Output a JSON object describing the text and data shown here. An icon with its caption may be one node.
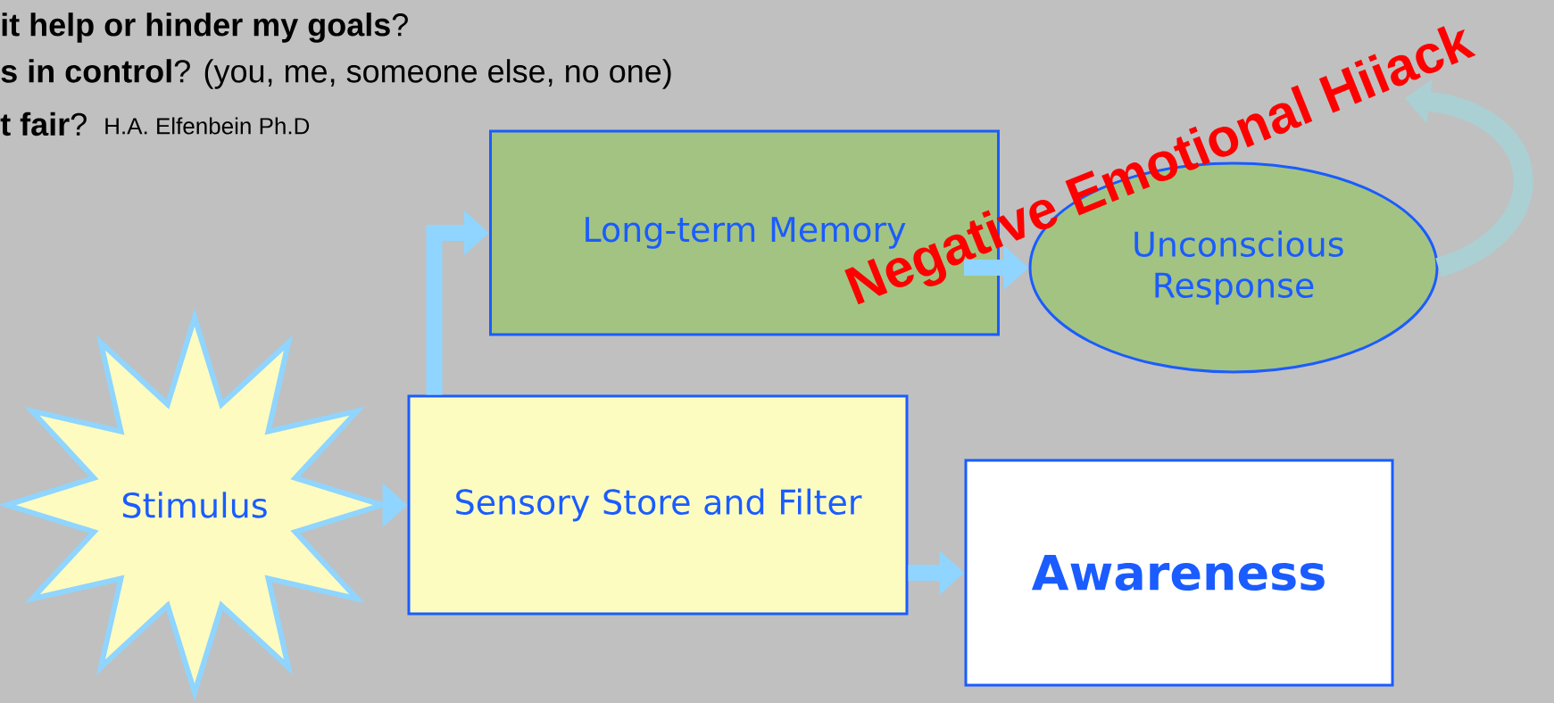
{
  "diagram": {
    "nodes": [
      {
        "text": [
          "Stimulus"
        ]
      },
      {
        "text": [
          "Sensory Store and Filter"
        ]
      },
      {
        "text": [
          "Long-term Memory"
        ]
      },
      {
        "text": [
          "Unconscious Response"
        ]
      },
      {
        "text": [
          "Awareness"
        ]
      },
      {
        "text": [
          "Negative Emotional Hiiack"
        ]
      }
    ],
    "edges": [
      {
        "from": 0,
        "to": 1,
        "arrow": "to"
      },
      {
        "from": 1,
        "to": 2,
        "arrow": "to"
      },
      {
        "from": 2,
        "to": 3,
        "arrow": "to"
      },
      {
        "from": 1,
        "to": 4,
        "arrow": "to"
      },
      {
        "from": 3,
        "to": 5,
        "arrow": "to"
      }
    ],
    "labels": [
      "**it help or hinder my goals**?",
      "**s in control**? (you, me, someone else, no one)",
      "**t fair**?",
      "H.A. Elfenbein Ph.D"
    ]
  }
}
